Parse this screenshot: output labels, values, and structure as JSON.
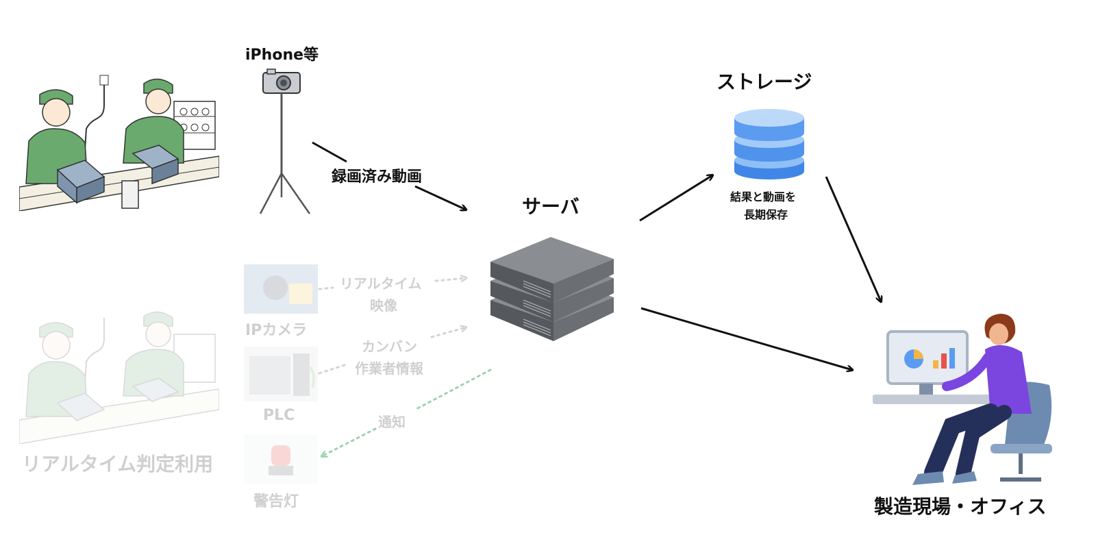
{
  "labels": {
    "iphone": "iPhone等",
    "recorded_video": "録画済み動画",
    "server": "サーバ",
    "storage": "ストレージ",
    "storage_note_1": "結果と動画を",
    "storage_note_2": "長期保存",
    "site_office": "製造現場・オフィス",
    "ip_camera": "IPカメラ",
    "realtime_video_1": "リアルタイム",
    "realtime_video_2": "映像",
    "plc": "PLC",
    "kanban_1": "カンバン",
    "kanban_2": "作業者情報",
    "notify": "通知",
    "warning_light": "警告灯",
    "realtime_use": "リアルタイム判定利用"
  },
  "colors": {
    "worker_green": "#6aaa6e",
    "db_blue": "#5b9bf0",
    "server_gray": "#6b6e73",
    "person_purple": "#7b45e0",
    "notify_dotted": "#9dd3b2"
  }
}
